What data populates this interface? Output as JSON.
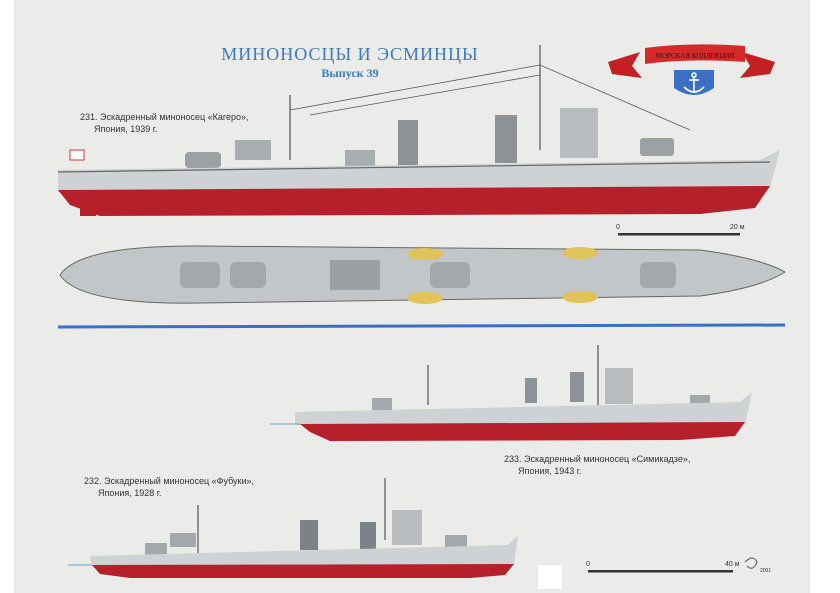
{
  "header": {
    "title": "МИНОНОСЦЫ  И  ЭСМИНЦЫ",
    "issue": "Выпуск  39"
  },
  "logo": {
    "text": "МОРСКАЯ КОЛЛЕКЦИЯ",
    "ribbon_color": "#d42a2a",
    "shield_color": "#3a6fc4",
    "icon": "anchor-icon"
  },
  "ships": [
    {
      "caption_line1": "231. Эскадренный миноносец «Кагеро»,",
      "caption_line2": "Япония, 1939 г."
    },
    {
      "caption_line1": "232. Эскадренный миноносец «Фубуки»,",
      "caption_line2": "Япония, 1928 г."
    },
    {
      "caption_line1": "233. Эскадренный миноносец «Симикадзе»,",
      "caption_line2": "Япония, 1943 г."
    }
  ],
  "scales": [
    {
      "start": "0",
      "end": "20 м"
    },
    {
      "start": "0",
      "end": "40 м"
    }
  ],
  "signature_year": "2001",
  "colors": {
    "hull_red": "#b5202a",
    "hull_grey": "#cfd2d4",
    "divider_blue": "#3a6fc4"
  }
}
